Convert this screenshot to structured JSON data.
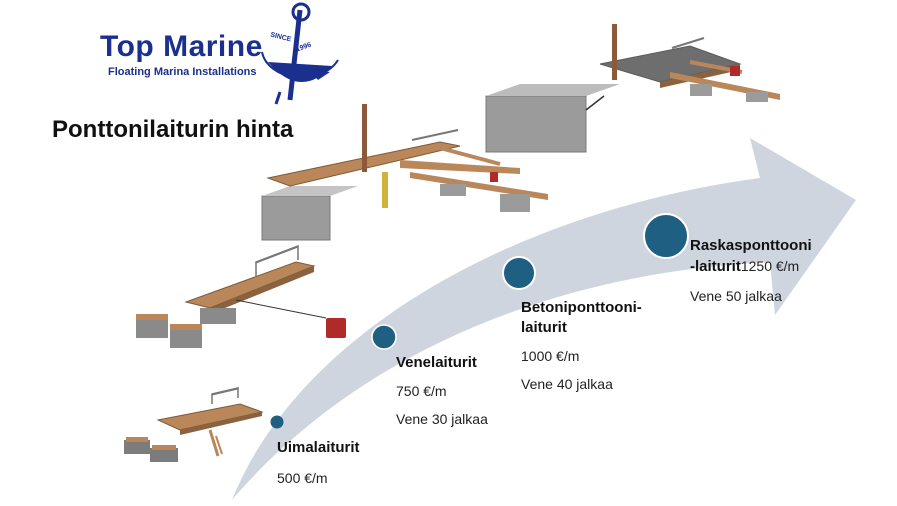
{
  "brand": {
    "name": "Top Marine",
    "tagline": "Floating Marina Installations",
    "since_label": "SINCE",
    "since_year": "1996"
  },
  "page_title": "Ponttonilaiturin hinta",
  "steps": [
    {
      "name": "Uimalaiturit",
      "price": "500 €/m",
      "boat": ""
    },
    {
      "name": "Venelaiturit",
      "price": "750 €/m",
      "boat": "Vene 30 jalkaa"
    },
    {
      "name_line1": "Betoniponttooni-",
      "name_line2": "laiturit",
      "price": "1000 €/m",
      "boat": "Vene 40 jalkaa"
    },
    {
      "name_line1": "Raskasponttooni",
      "name_line2": "-laiturit",
      "price": "1250 €/m",
      "boat": "Vene 50 jalkaa"
    }
  ],
  "colors": {
    "brand_blue": "#1b2f8f",
    "dot_blue": "#1f5f82",
    "arrow_gray": "#cfd5df",
    "wood": "#b9875a",
    "concrete": "#9b9b9b"
  }
}
